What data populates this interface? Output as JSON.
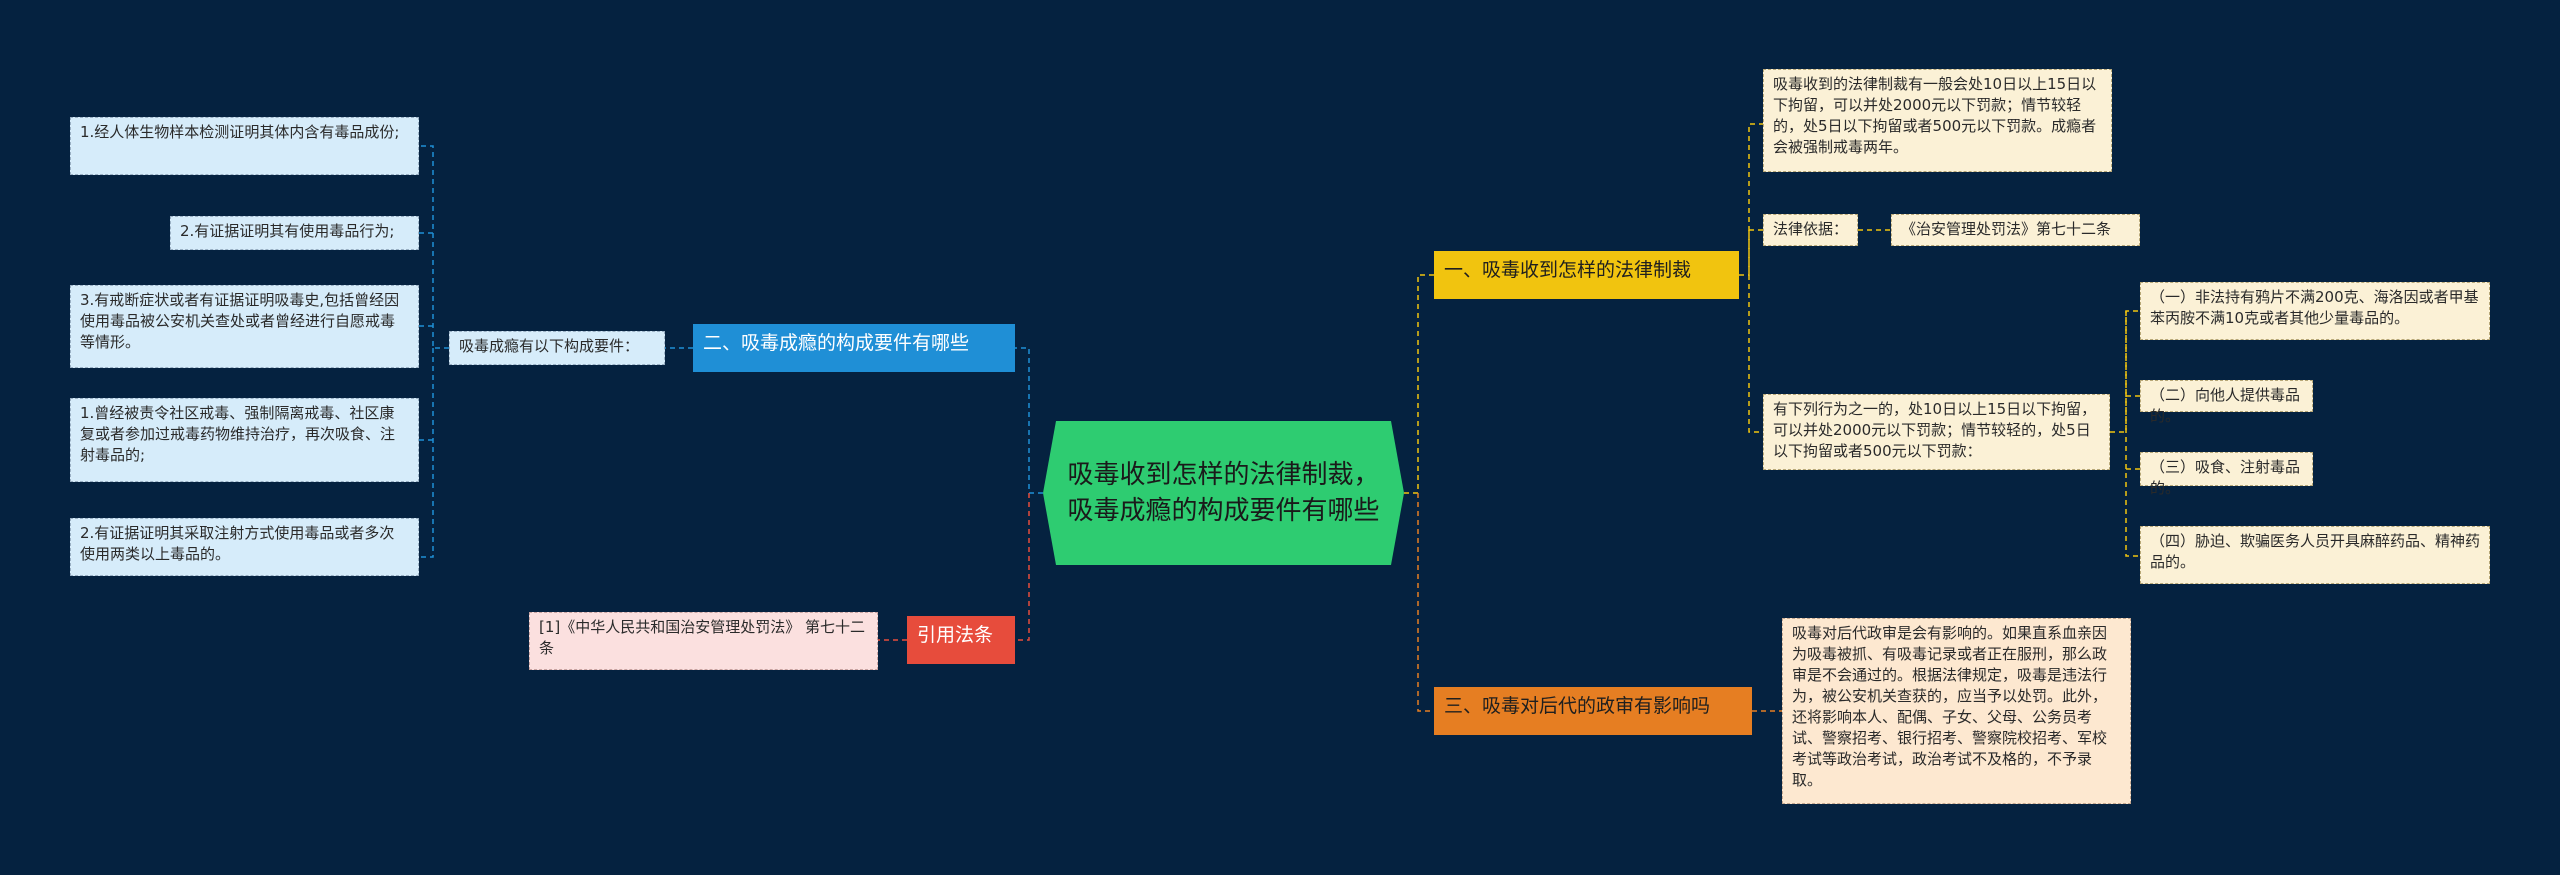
{
  "root": {
    "title": "吸毒收到怎样的法律制裁，吸毒成瘾的构成要件有哪些"
  },
  "branches": {
    "b1": {
      "label": "一、吸毒收到怎样的法律制裁",
      "penalty_text": "吸毒收到的法律制裁有一般会处10日以上15日以下拘留，可以并处2000元以下罚款；情节较轻的，处5日以下拘留或者500元以下罚款。成瘾者会被强制戒毒两年。",
      "legal_basis_label": "法律依据：",
      "legal_basis_ref": "《治安管理处罚法》第七十二条",
      "article_text": "有下列行为之一的，处10日以上15日以下拘留，可以并处2000元以下罚款；情节较轻的，处5日以下拘留或者500元以下罚款：",
      "items": [
        "（一）非法持有鸦片不满200克、海洛因或者甲基苯丙胺不满10克或者其他少量毒品的。",
        "（二）向他人提供毒品的。",
        "（三）吸食、注射毒品的。",
        "（四）胁迫、欺骗医务人员开具麻醉药品、精神药品的。"
      ]
    },
    "b2": {
      "label": "二、吸毒成瘾的构成要件有哪些",
      "connector_label": "吸毒成瘾有以下构成要件：",
      "items": [
        "1.经人体生物样本检测证明其体内含有毒品成份;",
        "2.有证据证明其有使用毒品行为;",
        "3.有戒断症状或者有证据证明吸毒史,包括曾经因使用毒品被公安机关查处或者曾经进行自愿戒毒等情形。",
        "1.曾经被责令社区戒毒、强制隔离戒毒、社区康复或者参加过戒毒药物维持治疗，再次吸食、注射毒品的;",
        "2.有证据证明其采取注射方式使用毒品或者多次使用两类以上毒品的。"
      ]
    },
    "b3": {
      "label": "三、吸毒对后代的政审有影响吗",
      "text": "吸毒对后代政审是会有影响的。如果直系血亲因为吸毒被抓、有吸毒记录或者正在服刑，那么政审是不会通过的。根据法律规定，吸毒是违法行为，被公安机关查获的，应当予以处罚。此外，还将影响本人、配偶、子女、父母、公务员考试、警察招考、银行招考、警察院校招考、军校考试等政治考试，政治考试不及格的，不予录取。"
    },
    "b4": {
      "label": "引用法条",
      "reference": "[1]《中华人民共和国治安管理处罚法》 第七十二条"
    }
  },
  "colors": {
    "background": "#052240",
    "root": "#2ecc71",
    "branch1": "#f1c40f",
    "branch2": "#1f8fd6",
    "branch3": "#e67e22",
    "branch4": "#e74c3c"
  }
}
